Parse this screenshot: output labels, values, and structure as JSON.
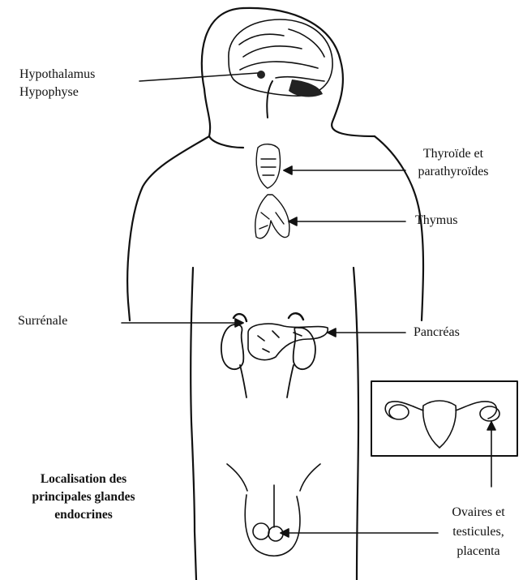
{
  "labels": {
    "hypothalamus": "Hypothalamus",
    "hypophyse": "Hypophyse",
    "thyroide_1": "Thyroïde et",
    "thyroide_2": "parathyroïdes",
    "thymus": "Thymus",
    "surrenale": "Surrénale",
    "pancreas": "Pancréas",
    "ovaires_1": "Ovaires et",
    "ovaires_2": "testicules,",
    "ovaires_3": "placenta"
  },
  "caption": {
    "line1": "Localisation des",
    "line2": "principales glandes",
    "line3": "endocrines"
  }
}
